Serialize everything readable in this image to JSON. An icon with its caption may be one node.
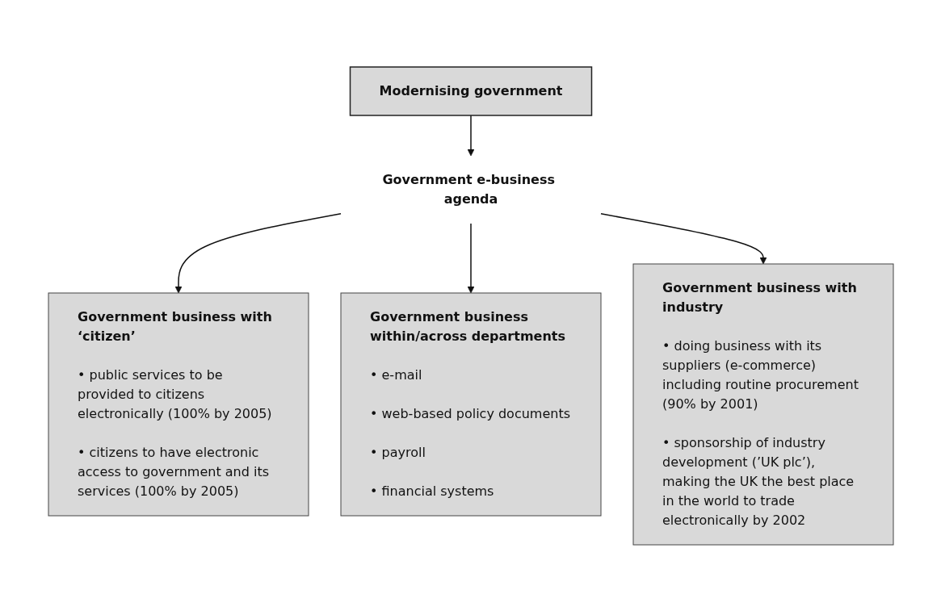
{
  "diagram": {
    "nodes": [
      {
        "text": [
          "Modernising government"
        ]
      },
      {
        "text": [
          "Government e-business agenda"
        ]
      },
      {
        "text": [
          "Government business with ‘citizen’",
          "• public services to be provided to citizens electronically (100% by 2005)",
          "• citizens to have electronic access to government and its services (100% by 2005)"
        ]
      },
      {
        "text": [
          "Government business within/across departments",
          "• e-mail",
          "• web-based policy documents",
          "• payroll",
          "• financial systems"
        ]
      },
      {
        "text": [
          "Government business with industry",
          "• doing business with its suppliers (e-commerce) including routine procurement (90% by 2001)",
          "• sponsorship of industry development (’UK plc’), making the UK the best place in the world to trade electronically by 2002"
        ]
      }
    ],
    "edges": [
      {
        "from": 0,
        "to": 1,
        "arrow": "to"
      },
      {
        "from": 1,
        "to": 2,
        "arrow": "to"
      },
      {
        "from": 1,
        "to": 3,
        "arrow": "to"
      },
      {
        "from": 1,
        "to": 4,
        "arrow": "to"
      }
    ]
  }
}
